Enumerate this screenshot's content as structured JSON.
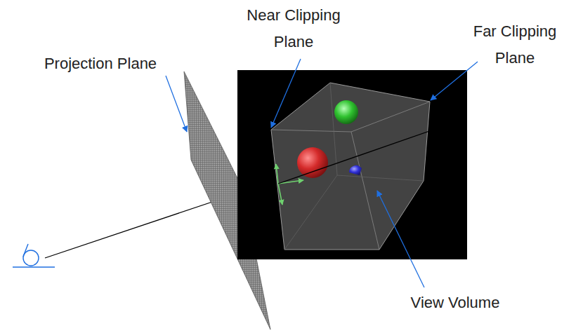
{
  "diagram": {
    "labels": [
      "Projection Plane",
      "Near Clipping Plane",
      "Far Clipping Plane",
      "View Volume"
    ]
  }
}
